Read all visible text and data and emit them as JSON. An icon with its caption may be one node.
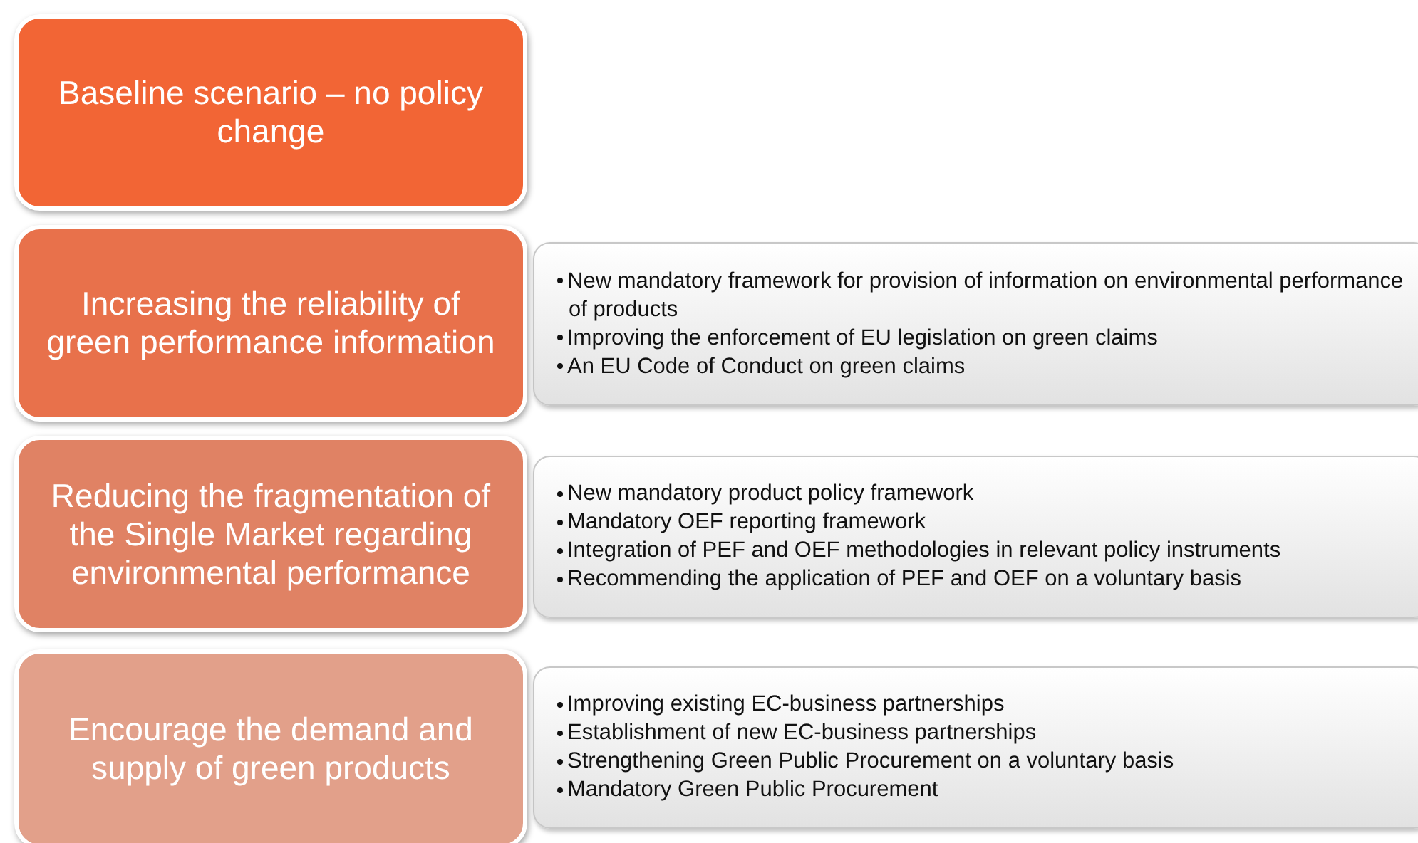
{
  "diagram": {
    "nodes": [
      {
        "text": [
          "Baseline scenario – no policy change"
        ]
      },
      {
        "text": [
          "Increasing the reliability of green performance information"
        ]
      },
      {
        "text": [
          "New mandatory framework for provision of information on environmental performance of products",
          "Improving the enforcement of EU legislation on green claims",
          "An EU Code of Conduct on green claims"
        ]
      },
      {
        "text": [
          "Reducing the fragmentation of the Single Market regarding environmental performance"
        ]
      },
      {
        "text": [
          "New mandatory product policy framework",
          "Mandatory OEF reporting framework",
          "Integration of PEF and OEF methodologies in relevant policy instruments",
          "Recommending the application of PEF and OEF on a voluntary basis"
        ]
      },
      {
        "text": [
          "Encourage the demand and supply of green products"
        ]
      },
      {
        "text": [
          "Improving existing EC-business partnerships",
          "Establishment of new EC-business partnerships",
          "Strengthening Green Public Procurement on a voluntary basis",
          "Mandatory Green Public Procurement"
        ]
      }
    ]
  }
}
